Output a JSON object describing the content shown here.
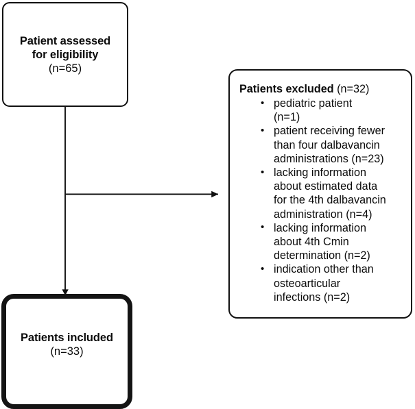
{
  "figure": {
    "type": "flowchart",
    "orientation": "vertical-with-right-branch",
    "background_color": "#ffffff",
    "line_color": "#101010"
  },
  "nodes": {
    "assessed": {
      "title": "Patient assessed",
      "title_line2": "for eligibility",
      "count": "(n=65)",
      "border_color": "#101010",
      "border_width": "2px"
    },
    "included": {
      "title": "Patients included",
      "count": "(n=33)",
      "border_color": "#141414",
      "border_width": "7px"
    },
    "excluded": {
      "heading_bold": "Patients excluded",
      "heading_count": " (n=32)",
      "items": [
        "pediatric patient\n(n=1)",
        "patient receiving fewer\nthan four dalbavancin\nadministrations (n=23)",
        "lacking information\nabout estimated data\nfor the 4th dalbavancin\nadministration  (n=4)",
        "lacking information\nabout 4th Cmin\ndetermination (n=2)",
        "indication other than\nosteoarticular\ninfections (n=2)"
      ],
      "border_color": "#101010",
      "border_width": "2px"
    }
  },
  "connectors": [
    {
      "name": "assessed-to-included",
      "from": "assessed",
      "to": "included",
      "direction": "down",
      "arrowhead": true
    },
    {
      "name": "assessed-to-excluded",
      "from": "assessed",
      "to": "excluded",
      "direction": "right",
      "arrowhead": true
    }
  ]
}
